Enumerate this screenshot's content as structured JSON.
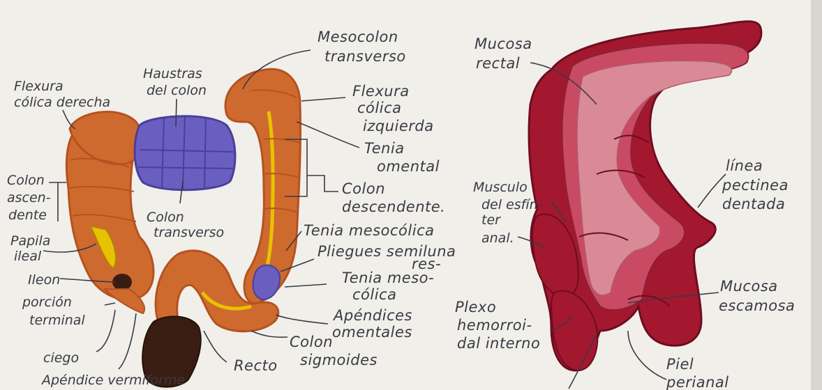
{
  "labels_left": {
    "flexura_derecha": [
      "Flexura",
      "cólica derecha"
    ],
    "haustras": [
      "Haustras",
      "del colon"
    ],
    "mesocolon": [
      "Mesocolon",
      "transverso"
    ],
    "flexura_izquierda": [
      "Flexura",
      "cólica",
      "izquierda"
    ],
    "tenia_omental": [
      "Tenia",
      "omental"
    ],
    "colon_ascendente": [
      "Colon",
      "ascen-",
      "dente"
    ],
    "colon_transverso": [
      "Colon",
      "transverso"
    ],
    "colon_descendente": [
      "Colon",
      "descendente."
    ],
    "tenia_mesocolica_top": "Tenia mesocólica",
    "pliegues": [
      "Pliegues semiluna",
      "res-"
    ],
    "tenia_mesocolica": [
      "Tenia meso-",
      "cólica"
    ],
    "papila_ileal": [
      "Papila",
      "ileal"
    ],
    "ileon": [
      "Ileon",
      "porción",
      "terminal"
    ],
    "apendices": [
      "Apéndices",
      "omentales"
    ],
    "ciego": "ciego",
    "apendice": "Apéndice vermiforme",
    "colon_sigmoides": [
      "Colon",
      "sigmoides"
    ],
    "recto": "Recto"
  },
  "labels_right": {
    "mucosa_rectal": [
      "Mucosa",
      "rectal"
    ],
    "linea_pectinea": [
      "línea",
      "pectinea",
      "dentada"
    ],
    "musculo_esfinter": [
      "Musculo",
      "del esfín-",
      "ter",
      "anal."
    ],
    "mucosa_escamosa": [
      "Mucosa",
      "escamosa"
    ],
    "plexo": [
      "Plexo",
      "hemorroi-",
      "dal interno"
    ],
    "piel_perianal": [
      "Piel",
      "perianal"
    ]
  },
  "colors": {
    "paper": "#f1efea",
    "colon_orange": "#cf6a2f",
    "colon_shadow": "#b5521f",
    "taenia_yellow": "#e8c200",
    "haustra_purple": "#6a5fc0",
    "rectum_dark": "#3a1d12",
    "anal_crimson": "#a3182f",
    "anal_pink": "#c94a63",
    "anal_light": "#d98a96",
    "ink": "#3a3a44"
  }
}
